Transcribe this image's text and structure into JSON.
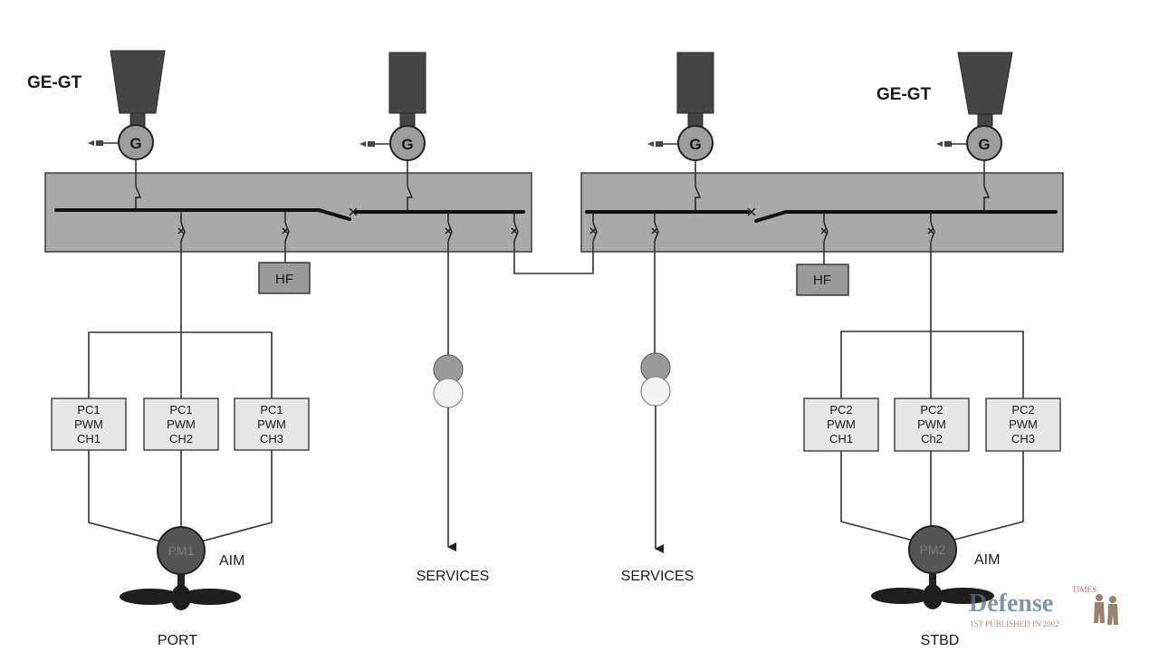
{
  "generators": {
    "gt_label_left": "GE-GT",
    "gt_label_right": "GE-GT",
    "gen_symbol": "G"
  },
  "filters": {
    "port": "HF",
    "stbd": "HF"
  },
  "converters": {
    "port": [
      {
        "line1": "PC1",
        "line2": "PWM",
        "line3": "CH1"
      },
      {
        "line1": "PC1",
        "line2": "PWM",
        "line3": "CH2"
      },
      {
        "line1": "PC1",
        "line2": "PWM",
        "line3": "CH3"
      }
    ],
    "stbd": [
      {
        "line1": "PC2",
        "line2": "PWM",
        "line3": "CH1"
      },
      {
        "line1": "PC2",
        "line2": "PWM",
        "line3": "Ch2"
      },
      {
        "line1": "PC2",
        "line2": "PWM",
        "line3": "CH3"
      }
    ]
  },
  "motors": {
    "port": {
      "label": "PM1",
      "type": "AIM",
      "side": "PORT"
    },
    "stbd": {
      "label": "PM2",
      "type": "AIM",
      "side": "STBD"
    }
  },
  "services": {
    "left": "SERVICES",
    "right": "SERVICES"
  },
  "watermark": {
    "brand": "Defense",
    "top": "TIMES",
    "tagline": "1ST PUBLISHED IN 2002"
  }
}
